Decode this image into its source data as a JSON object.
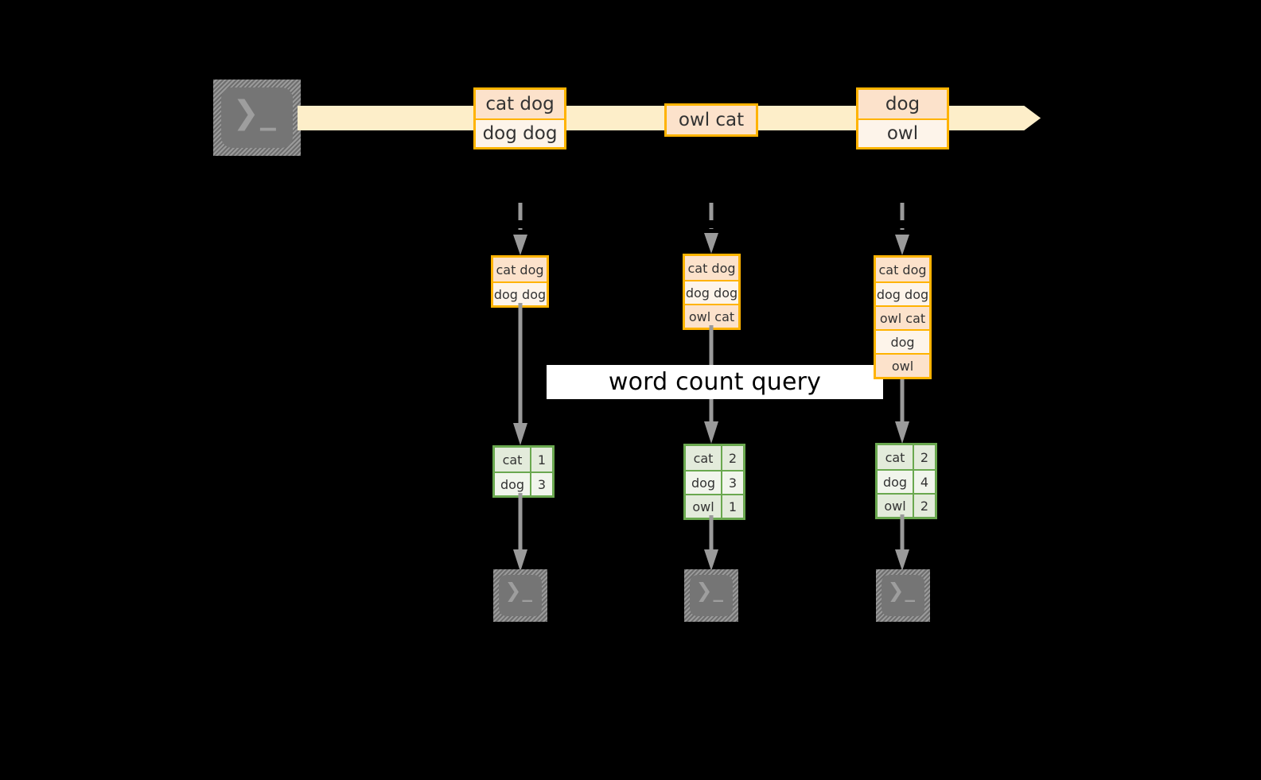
{
  "diagram": {
    "title_banner": "word count query",
    "colors": {
      "background": "#000000",
      "stream_fill": "#fdeec9",
      "record_border": "#ffb300",
      "record_fill_shade": "#fce2cb",
      "record_fill_plain": "#fdf4ea",
      "table_border": "#6aa84f",
      "table_fill_shade": "#e3ebdb",
      "table_fill_plain": "#f1f5ec",
      "arrow_gray": "#9a9a9a",
      "terminal_gray": "#757575",
      "banner_bg": "#ffffff",
      "text": "#333333"
    },
    "stream": {
      "producer_icon": "terminal-icon",
      "producer_prompt": "❯_",
      "records": [
        {
          "lines": [
            "cat dog",
            "dog dog"
          ]
        },
        {
          "lines": [
            "owl cat"
          ]
        },
        {
          "lines": [
            "dog",
            "owl"
          ]
        }
      ]
    },
    "snapshots": [
      {
        "label": "snapshot-1",
        "input_lines": [
          "cat dog",
          "dog dog"
        ],
        "result_header": null,
        "result_rows": [
          {
            "word": "cat",
            "count": "1"
          },
          {
            "word": "dog",
            "count": "3"
          }
        ],
        "consumer_icon": "terminal-icon",
        "consumer_prompt": "❯_"
      },
      {
        "label": "snapshot-2",
        "input_lines": [
          "cat dog",
          "dog dog",
          "owl cat"
        ],
        "result_header": null,
        "result_rows": [
          {
            "word": "cat",
            "count": "2"
          },
          {
            "word": "dog",
            "count": "3"
          },
          {
            "word": "owl",
            "count": "1"
          }
        ],
        "consumer_icon": "terminal-icon",
        "consumer_prompt": "❯_"
      },
      {
        "label": "snapshot-3",
        "input_lines": [
          "cat dog",
          "dog dog",
          "owl cat",
          "dog",
          "owl"
        ],
        "result_header": null,
        "result_rows": [
          {
            "word": "cat",
            "count": "2"
          },
          {
            "word": "dog",
            "count": "4"
          },
          {
            "word": "owl",
            "count": "2"
          }
        ],
        "consumer_icon": "terminal-icon",
        "consumer_prompt": "❯_"
      }
    ]
  }
}
